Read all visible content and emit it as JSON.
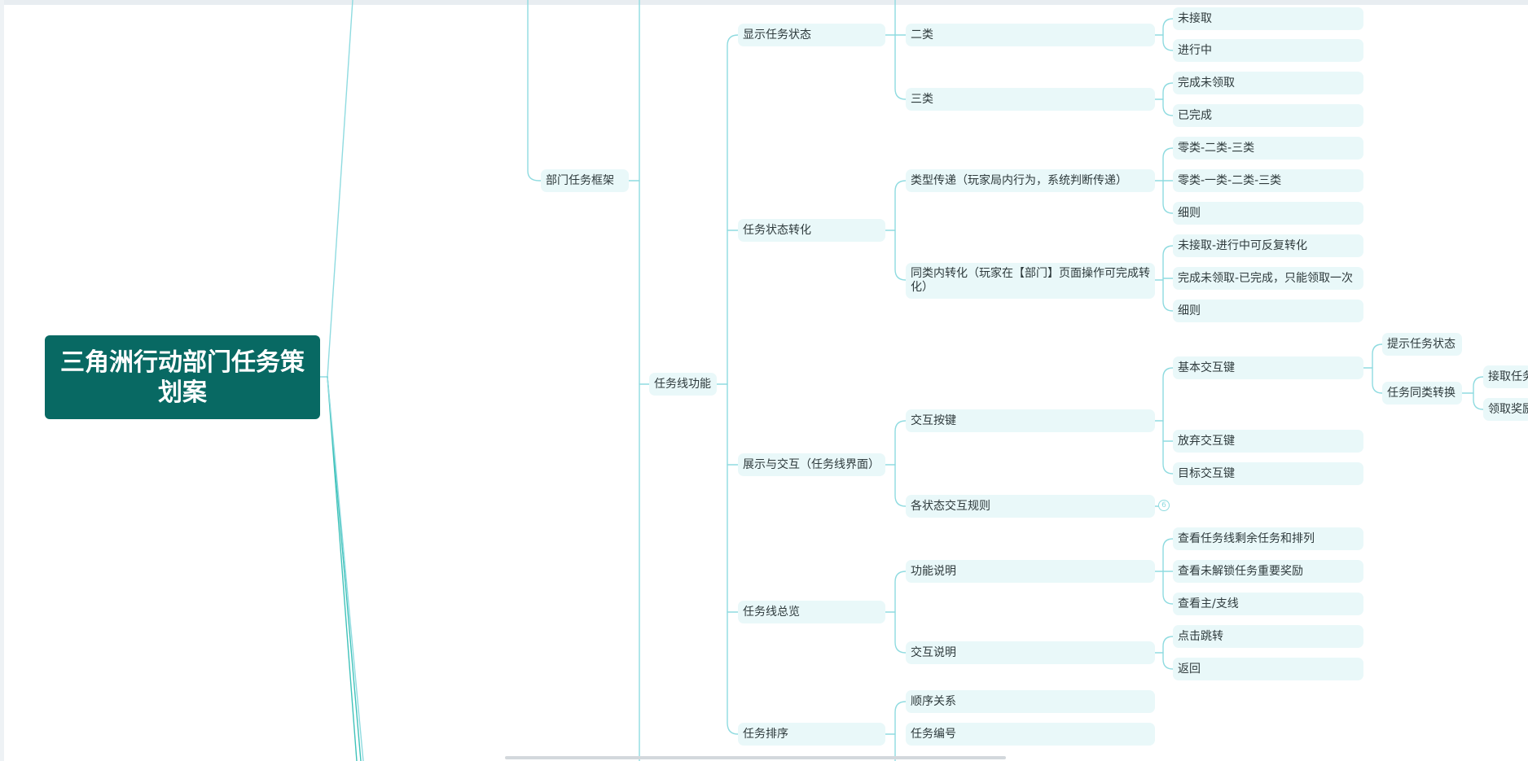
{
  "mindmap": {
    "root": "三角洲行动部门任务策划案",
    "level1": {
      "dept_framework": "部门任务框架",
      "taskline_function": "任务线功能"
    },
    "level2": {
      "show_status": "显示任务状态",
      "status_transform": "任务状态转化",
      "display_interact": "展示与交互（任务线界面）",
      "overview": "任务线总览",
      "sorting": "任务排序"
    },
    "level3": {
      "class2": "二类",
      "class3": "三类",
      "type_pass": "类型传递（玩家局内行为，系统判断传递）",
      "same_class": "同类内转化（玩家在【部门】页面操作可完成转化）",
      "interact_keys": "交互按键",
      "state_rules": "各状态交互规则",
      "func_desc": "功能说明",
      "interact_desc": "交互说明",
      "order_relation": "顺序关系",
      "task_number": "任务编号"
    },
    "level4": {
      "not_accepted": "未接取",
      "in_progress": "进行中",
      "done_unclaimed": "完成未领取",
      "completed": "已完成",
      "path_a": "零类-二类-三类",
      "path_b": "零类-一类-二类-三类",
      "rules_a": "细则",
      "reversible": "未接取-进行中可反复转化",
      "claim_once": "完成未领取-已完成，只能领取一次",
      "rules_b": "细则",
      "basic_key": "基本交互键",
      "abandon_key": "放弃交互键",
      "target_key": "目标交互键",
      "view_remaining": "查看任务线剩余任务和排列",
      "view_rewards": "查看未解锁任务重要奖励",
      "view_main": "查看主/支线",
      "click_jump": "点击跳转",
      "go_back": "返回"
    },
    "level5": {
      "hint_status": "提示任务状态",
      "same_convert": "任务同类转换"
    },
    "level6": {
      "accept": "接取任务",
      "claim": "领取奖励"
    },
    "collapsed_count": "6"
  },
  "colors": {
    "root_fill": "#086963",
    "node_fill": "#e9f8f9",
    "connector": "#8fdbe0",
    "root_trunk": "#3fc2ba"
  }
}
